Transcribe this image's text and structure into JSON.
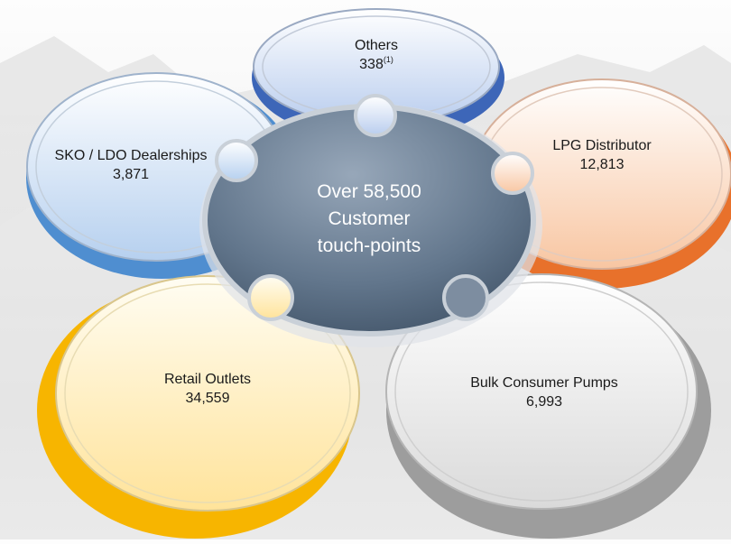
{
  "center": {
    "line1": "Over 58,500",
    "line2": "Customer",
    "line3": "touch-points"
  },
  "segments": {
    "others": {
      "label": "Others",
      "value": "338",
      "footnote": "(1)",
      "color": "#4472c4"
    },
    "sko": {
      "label": "SKO / LDO Dealerships",
      "value": "3,871",
      "color": "#5b9bd5"
    },
    "lpg": {
      "label": "LPG Distributor",
      "value": "12,813",
      "color": "#ed7d31"
    },
    "retail": {
      "label": "Retail Outlets",
      "value": "34,559",
      "color": "#ffc000"
    },
    "bulk": {
      "label": "Bulk Consumer Pumps",
      "value": "6,993",
      "color": "#a5a5a5"
    }
  },
  "center_color": "#44546a"
}
